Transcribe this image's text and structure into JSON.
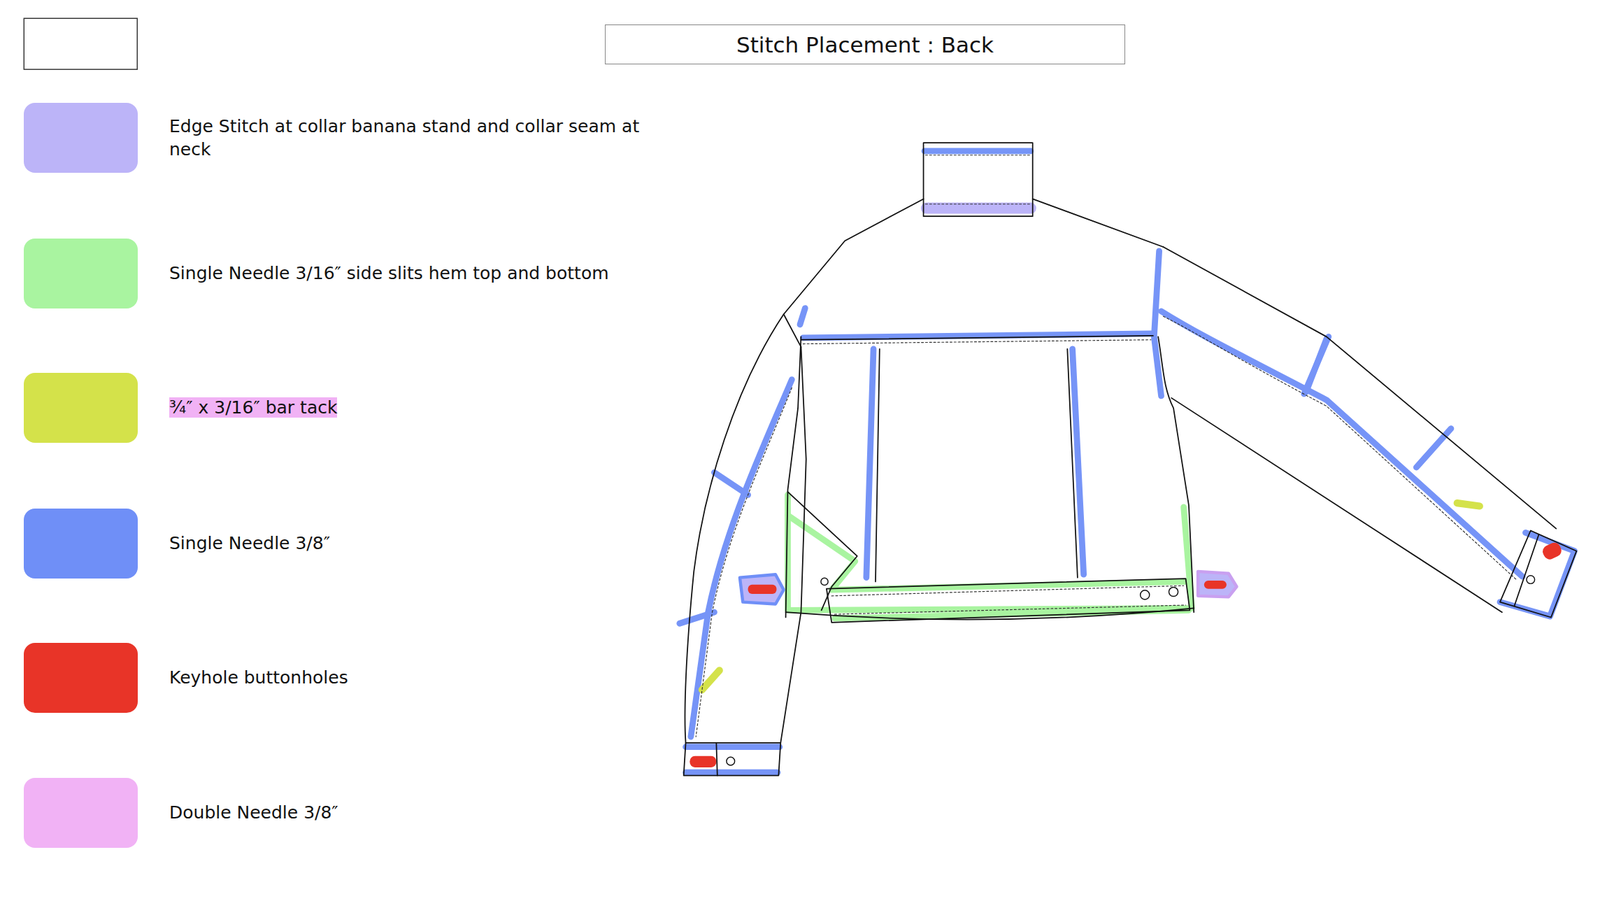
{
  "diagram": {
    "title": "Stitch Placement : Back",
    "legend": [
      {
        "text": "Edge Stitch at collar banana stand and collar seam at neck",
        "color": "#bcb4f8"
      },
      {
        "text": "Single Needle 3/16″ side slits hem top and bottom",
        "color": "#a9f4a0"
      },
      {
        "text": "¾″ x 3/16″ bar tack",
        "color": "#d4e24a"
      },
      {
        "text": "Single Needle 3/8″",
        "color": "#6f8ff7"
      },
      {
        "text": "Keyhole buttonholes",
        "color": "#e83428"
      },
      {
        "text": "Double Needle 3/8″",
        "color": "#f1b2f5"
      }
    ]
  }
}
